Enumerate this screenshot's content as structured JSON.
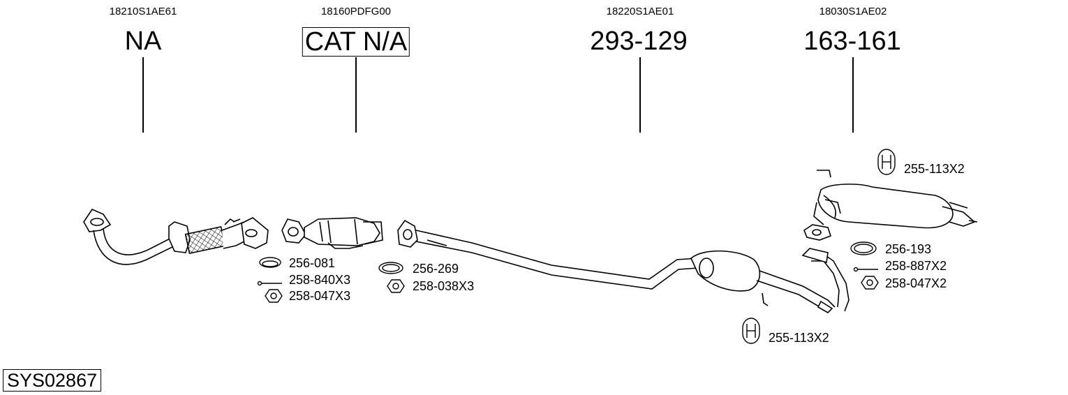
{
  "system_code": "SYS02867",
  "columns": [
    {
      "oem": "18210S1AE61",
      "ref": "NA"
    },
    {
      "oem": "18160PDFG00",
      "ref": "CAT N/A"
    },
    {
      "oem": "18220S1AE01",
      "ref": "293-129"
    },
    {
      "oem": "18030S1AE02",
      "ref": "163-161"
    }
  ],
  "parts": {
    "hanger_rear": "255-113X2",
    "gasket_256_081": "256-081",
    "bolt_258_840": "258-840X3",
    "nut_258_047_a": "258-047X3",
    "gasket_256_269": "256-269",
    "nut_258_038": "258-038X3",
    "gasket_256_193": "256-193",
    "bolt_258_887": "258-887X2",
    "nut_258_047_b": "258-047X2",
    "hanger_mid": "255-113X2"
  }
}
